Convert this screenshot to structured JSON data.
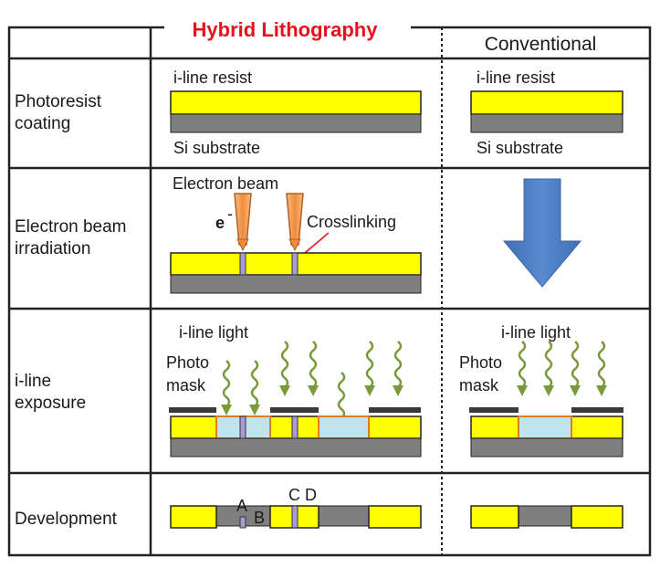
{
  "title": "Hybrid Lithography",
  "conventional_header": "Conventional",
  "rows": {
    "coating": {
      "label_line1": "Photoresist",
      "label_line2": "coating"
    },
    "irradiation": {
      "label_line1": "Electron beam",
      "label_line2": "irradiation"
    },
    "exposure": {
      "label_line1": "i-line",
      "label_line2": "exposure"
    },
    "development": {
      "label": "Development"
    }
  },
  "hybrid": {
    "resist_label": "i-line resist",
    "substrate_label": "Si substrate",
    "electron_beam_label": "Electron beam",
    "electron_symbol": "e",
    "electron_sup": "-",
    "crosslinking_label": "Crosslinking",
    "light_label": "i-line light",
    "mask_line1": "Photo",
    "mask_line2": "mask",
    "marker_a": "A",
    "marker_b": "B",
    "marker_c": "C",
    "marker_d": "D"
  },
  "conventional": {
    "resist_label": "i-line resist",
    "substrate_label": "Si substrate",
    "light_label": "i-line light",
    "mask_line1": "Photo",
    "mask_line2": "mask"
  },
  "colors": {
    "resist": "#ffff00",
    "substrate": "#7f7f7f",
    "crosslink": "#a99bd6",
    "exposed": "#bfe3ef",
    "exposed_border": "#e07b22",
    "beam": "#f4a460",
    "arrow": "#4a7bc0",
    "wave": "#7a9a3a",
    "mask": "#3a3a3a",
    "title": "#e8101a"
  }
}
